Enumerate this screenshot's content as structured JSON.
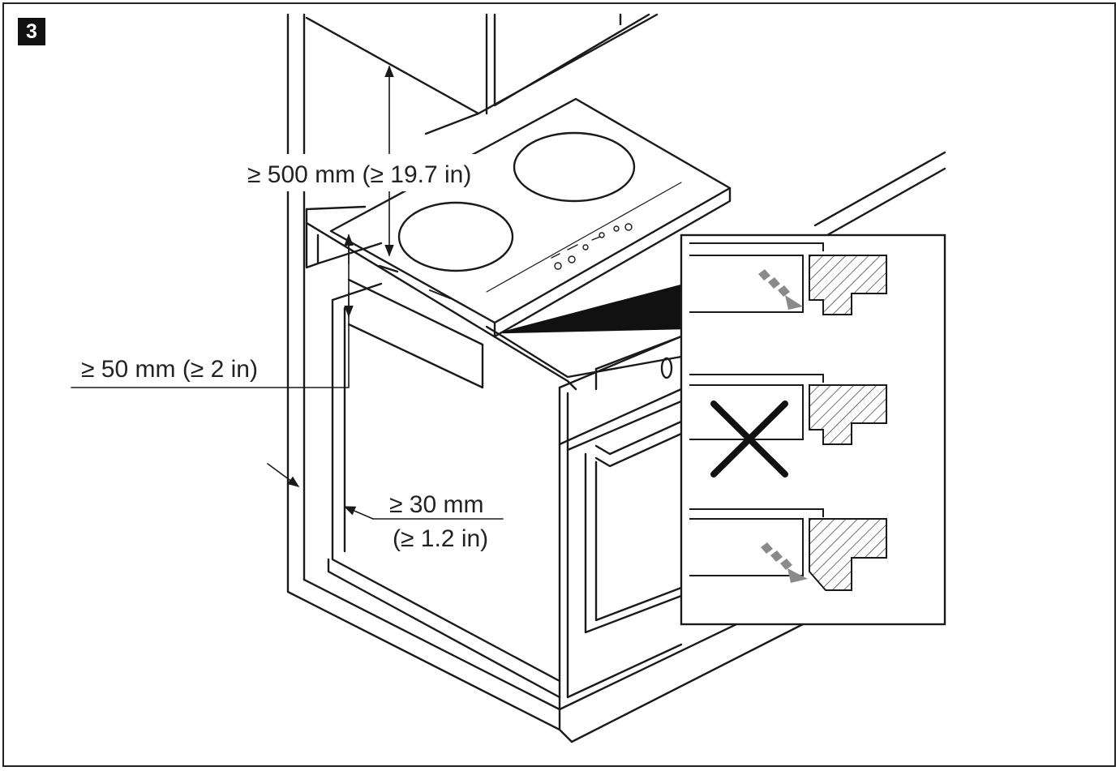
{
  "figure": {
    "number": "3"
  },
  "dimensions": {
    "clearance_above": "≥ 500 mm (≥ 19.7 in)",
    "gap_below": "≥ 50 mm (≥ 2 in)",
    "rear_gap_line1": "≥ 30 mm",
    "rear_gap_line2": "(≥ 1.2 in)"
  },
  "colors": {
    "line": "#1a1a1a",
    "arrow_grey": "#8a8a8a",
    "background": "#ffffff"
  },
  "icons": {
    "wrong": "cross-mark-icon",
    "direction": "dashed-arrow-icon"
  }
}
